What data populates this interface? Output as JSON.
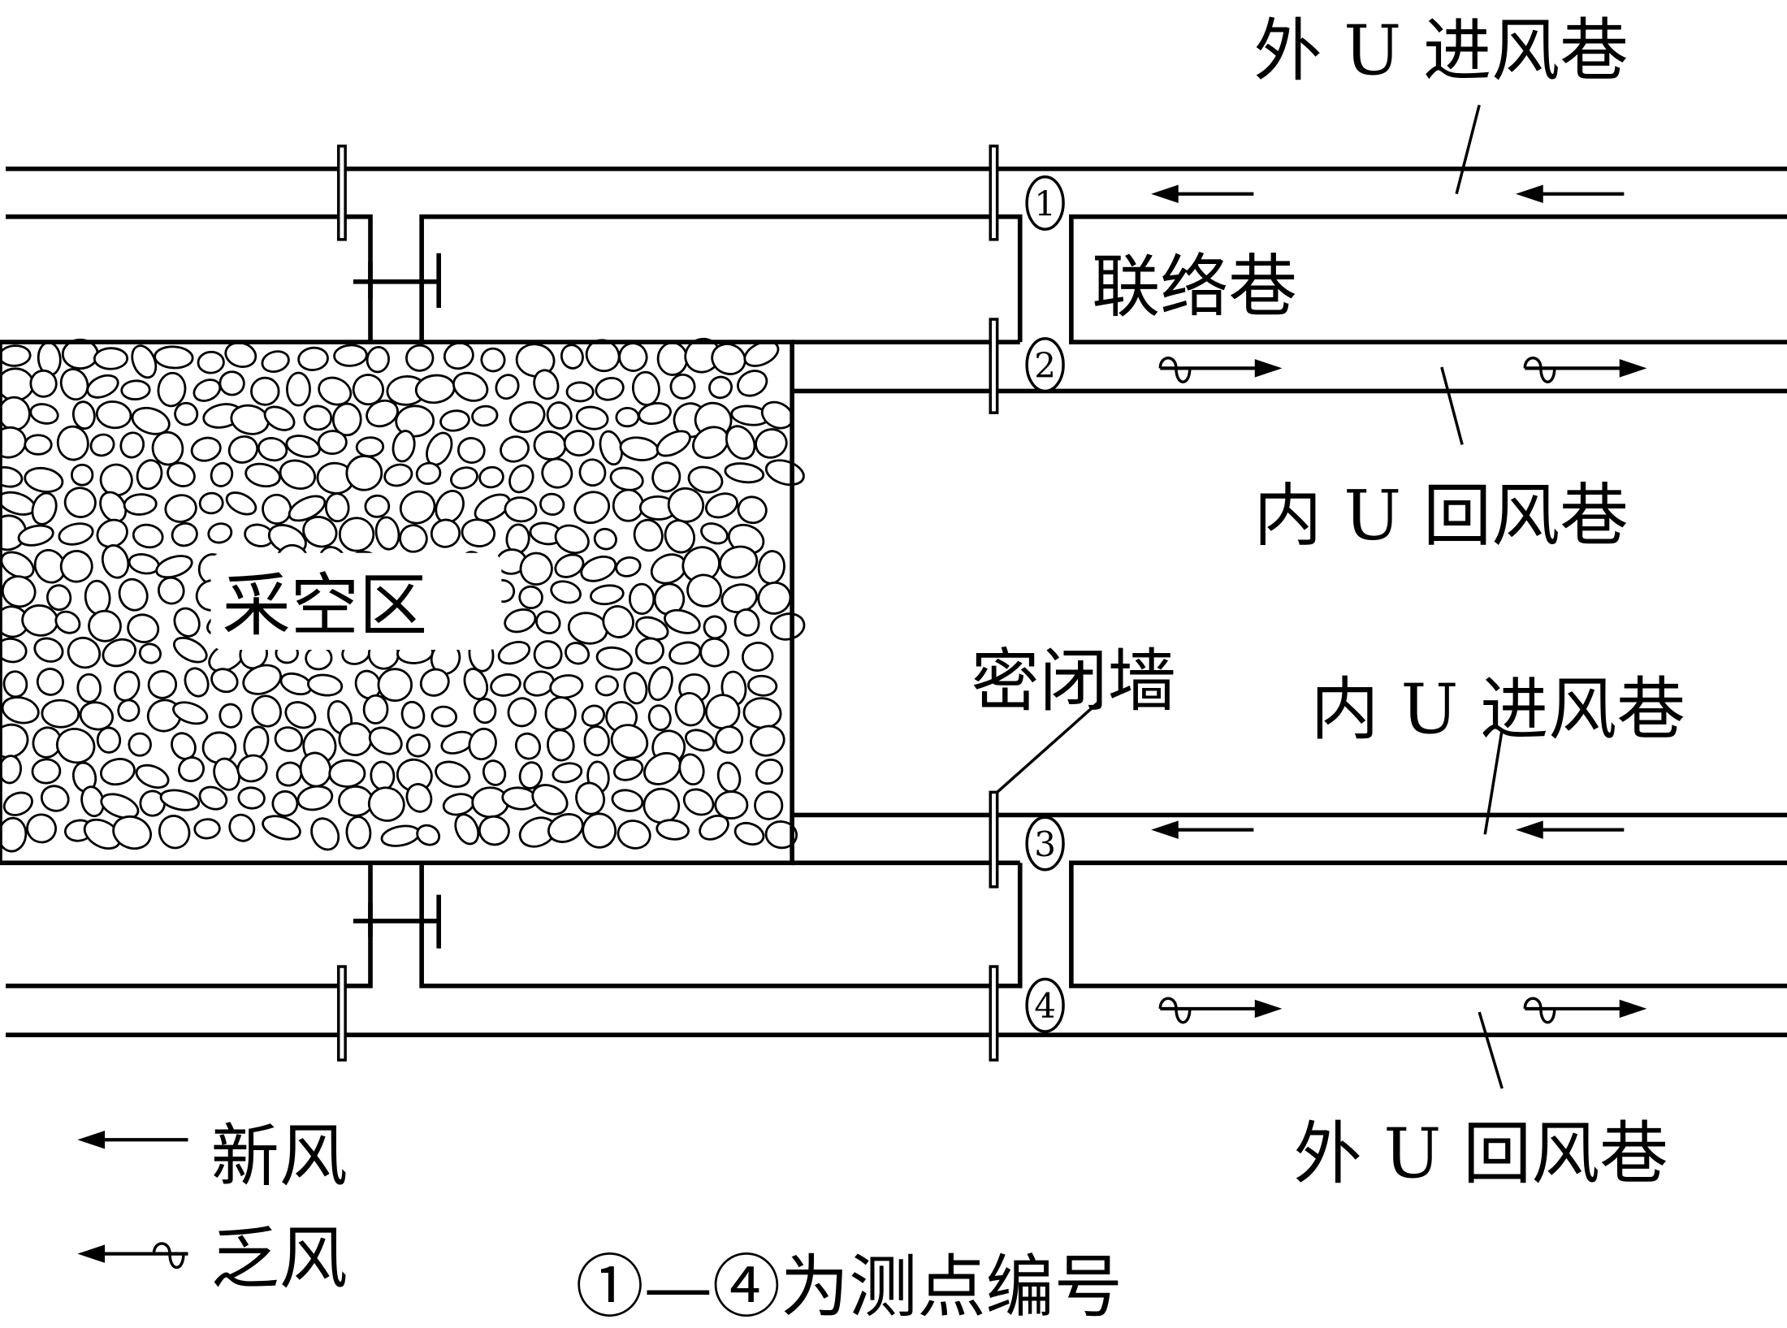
{
  "labels": {
    "outer_intake": "外 U 进风巷",
    "connection": "联络巷",
    "inner_return": "内 U 回风巷",
    "goaf": "采空区",
    "seal_wall": "密闭墙",
    "inner_intake": "内 U 进风巷",
    "outer_return": "外 U 回风巷"
  },
  "points": [
    "1",
    "2",
    "3",
    "4"
  ],
  "legend": {
    "fresh_air": "新风",
    "stale_air": "乏风",
    "note": "①—④为测点编号"
  },
  "colors": {
    "line": "#000000",
    "background": "#ffffff"
  }
}
